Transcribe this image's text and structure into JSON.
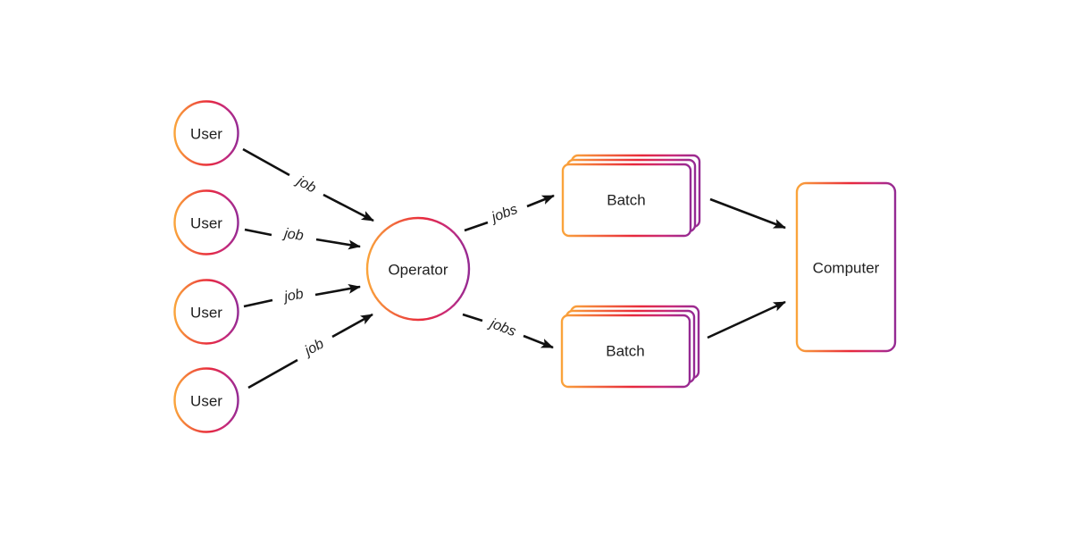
{
  "diagram": {
    "nodes": {
      "users": [
        {
          "label": "User"
        },
        {
          "label": "User"
        },
        {
          "label": "User"
        },
        {
          "label": "User"
        }
      ],
      "operator": {
        "label": "Operator"
      },
      "batches": [
        {
          "label": "Batch"
        },
        {
          "label": "Batch"
        }
      ],
      "computer": {
        "label": "Computer"
      }
    },
    "edges": {
      "jobs_in": [
        {
          "label": "job"
        },
        {
          "label": "job"
        },
        {
          "label": "job"
        },
        {
          "label": "job"
        }
      ],
      "jobs_out": [
        {
          "label": "jobs"
        },
        {
          "label": "jobs"
        }
      ]
    },
    "colors": {
      "gradient_start": "#FAA43B",
      "gradient_mid": "#E8293C",
      "gradient_mid2": "#C62B7C",
      "gradient_end": "#942A93",
      "edge": "#111111",
      "text": "#1F1F1F",
      "background": "#FFFFFF"
    }
  }
}
